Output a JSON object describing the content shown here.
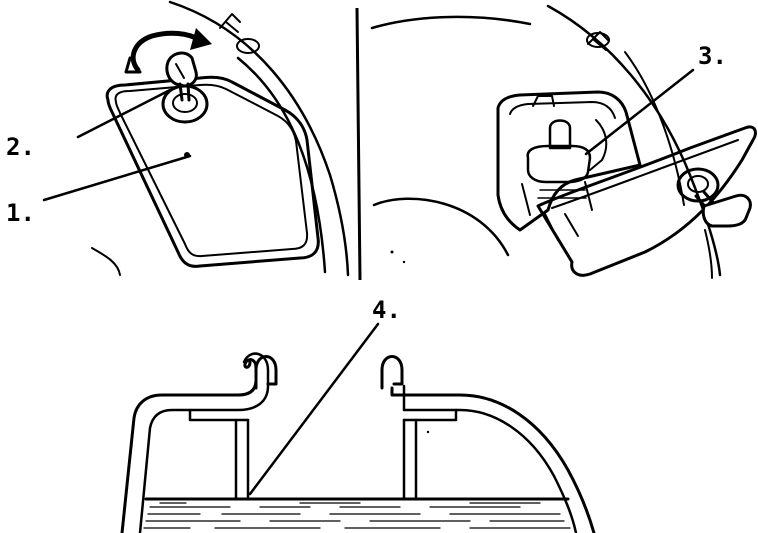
{
  "callouts": {
    "c1": "1.",
    "c2": "2.",
    "c3": "3.",
    "c4": "4."
  },
  "panels": {
    "top_left": {
      "icon": "fuel-flap-closed-with-key-icon"
    },
    "top_right": {
      "icon": "fuel-flap-open-with-cap-icon"
    },
    "bottom": {
      "icon": "tank-filler-neck-cross-section-icon"
    }
  },
  "colors": {
    "ink": "#000000",
    "paper": "#ffffff"
  }
}
